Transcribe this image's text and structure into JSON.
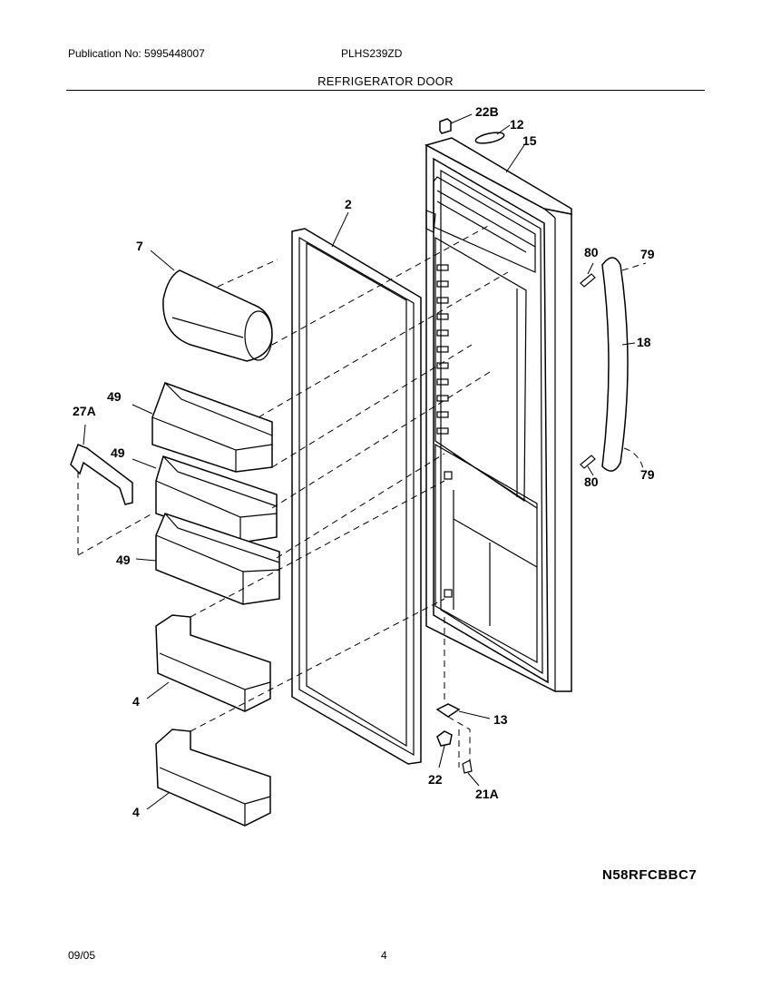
{
  "header": {
    "publication": "Publication No: 5995448007",
    "model": "PLHS239ZD",
    "title": "REFRIGERATOR DOOR"
  },
  "callouts": {
    "c22B": "22B",
    "c12": "12",
    "c15": "15",
    "c2": "2",
    "c7": "7",
    "c80a": "80",
    "c79a": "79",
    "c18": "18",
    "c80b": "80",
    "c79b": "79",
    "c49a": "49",
    "c27A": "27A",
    "c49b": "49",
    "c49c": "49",
    "c4a": "4",
    "c4b": "4",
    "c13": "13",
    "c22": "22",
    "c21A": "21A"
  },
  "diagram_code": "N58RFCBBC7",
  "footer": {
    "date": "09/05",
    "page": "4"
  }
}
